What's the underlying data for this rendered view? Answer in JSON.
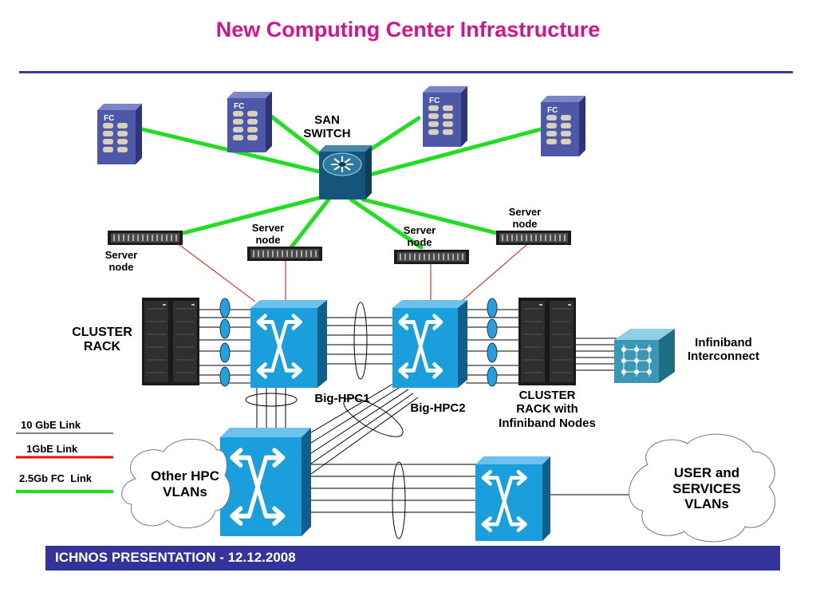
{
  "title": "New Computing Center Infrastructure",
  "storage": {
    "fc_label": "FC"
  },
  "labels": {
    "san_switch_line1": "SAN",
    "san_switch_line2": "SWITCH",
    "server_node_line1": "Server",
    "server_node_line2": "node",
    "cluster_rack_line1": "CLUSTER",
    "cluster_rack_line2": "RACK",
    "big_hpc1": "Big-HPC1",
    "big_hpc2": "Big-HPC2",
    "cluster_ib_line1": "CLUSTER",
    "cluster_ib_line2": "RACK with",
    "cluster_ib_line3": "Infiniband Nodes",
    "infiniband_line1": "Infiniband",
    "infiniband_line2": "Interconnect",
    "other_hpc_line1": "Other HPC",
    "other_hpc_line2": "VLANs",
    "user_services_line1": "USER and",
    "user_services_line2": "SERVICES",
    "user_services_line3": "VLANs"
  },
  "legend": {
    "items": [
      {
        "label": "10 GbE Link",
        "color": "#000000"
      },
      {
        "label": "1GbE Link",
        "color": "#e01010"
      },
      {
        "label": "2.5Gb FC  Link",
        "color": "#22dd22"
      }
    ]
  },
  "colors": {
    "title": "#d4148c",
    "fc_link": "#22dd22",
    "gbe_link": "#e01010",
    "switch_fill": "#1a9fdc",
    "san_switch_fill": "#16557a",
    "footer": "#33339a"
  },
  "footer": {
    "text": "ICHNOS PRESENTATION - 12.12.2008"
  }
}
